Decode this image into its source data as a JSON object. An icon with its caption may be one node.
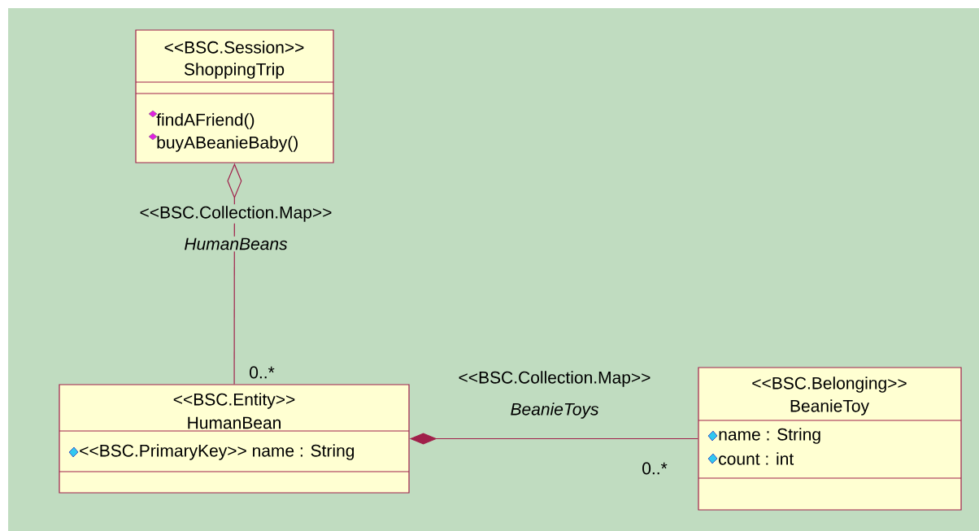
{
  "diagram": {
    "nodes": [
      {
        "text": [
          "<<BSC.Session>>",
          "ShoppingTrip",
          "findAFriend()",
          "buyABeanieBaby()"
        ]
      },
      {
        "text": [
          "<<BSC.Entity>>",
          "HumanBean",
          "<<BSC.PrimaryKey>> name : String"
        ]
      },
      {
        "text": [
          "<<BSC.Belonging>>",
          "BeanieToy",
          "name : String",
          "count : int"
        ]
      }
    ],
    "edges": [
      {
        "from": 1,
        "to": 0,
        "arrow": "other",
        "label": "<<BSC.Collection.Map>>"
      },
      {
        "from": 2,
        "to": 1,
        "arrow": "other",
        "label": "<<BSC.Collection.Map>>"
      }
    ],
    "labels": [
      "HumanBeans",
      "0..*",
      "BeanieToys",
      "0..*"
    ]
  }
}
